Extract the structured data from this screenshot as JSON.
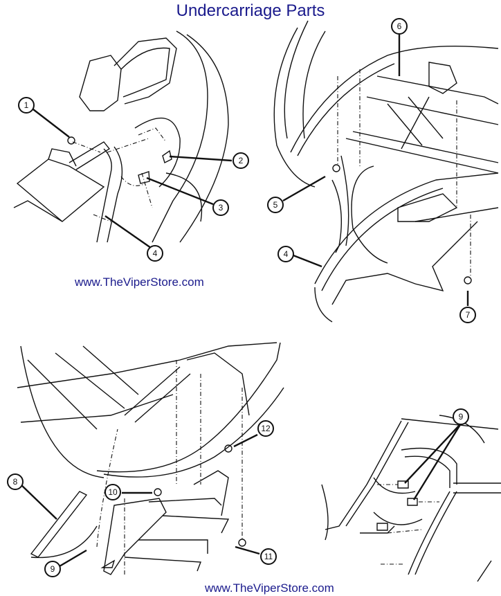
{
  "title": "Undercarriage Parts",
  "watermark_top": "www.TheViperStore.com",
  "watermark_bottom": "www.TheViperStore.com",
  "colors": {
    "title": "#1a1a8c",
    "line": "#111111"
  },
  "callouts": {
    "c1": "1",
    "c2": "2",
    "c3": "3",
    "c4a": "4",
    "c5": "5",
    "c6": "6",
    "c4b": "4",
    "c7": "7",
    "c8": "8",
    "c9a": "9",
    "c10": "10",
    "c11": "11",
    "c12": "12",
    "c9b": "9"
  }
}
